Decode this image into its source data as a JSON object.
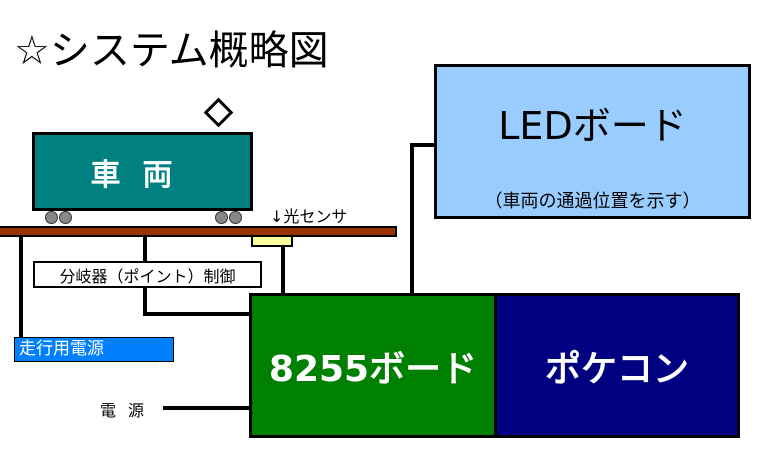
{
  "title": "☆システム概略図",
  "train": {
    "label": "車両"
  },
  "sensor": {
    "label": "↓光センサ"
  },
  "point": {
    "label": "分岐器（ポイント）制御"
  },
  "traction_power": {
    "label": "走行用電源"
  },
  "power": {
    "label": "電源"
  },
  "board_8255": {
    "label": "8255ボード"
  },
  "pokecon": {
    "label": "ポケコン"
  },
  "led_board": {
    "label": "LEDボード",
    "sublabel": "（車両の通過位置を示す）"
  },
  "colors": {
    "train": "#008080",
    "rail": "#993300",
    "sensor": "#ffff99",
    "power": "#0080ff",
    "board_8255": "#008000",
    "pokecon": "#000080",
    "led": "#99ccff"
  }
}
